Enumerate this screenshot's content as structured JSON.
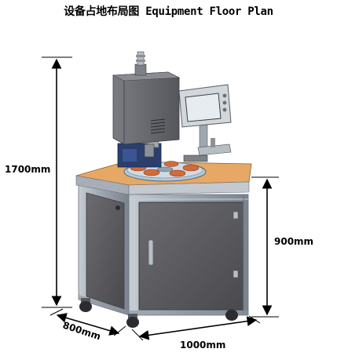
{
  "title": "设备占地布局图 Equipment Floor Plan",
  "dimensions": {
    "height_total": "1700mm",
    "height_table": "900mm",
    "depth": "800mm",
    "width": "1000mm"
  },
  "colors": {
    "frame": "#9aa3ad",
    "panel": "#5e5e62",
    "tabletop": "#e7a866",
    "turntable": "#c7d3db",
    "head": "#6b6d73",
    "base_blue": "#2b3f6e",
    "screen": "#e7ecf1"
  }
}
